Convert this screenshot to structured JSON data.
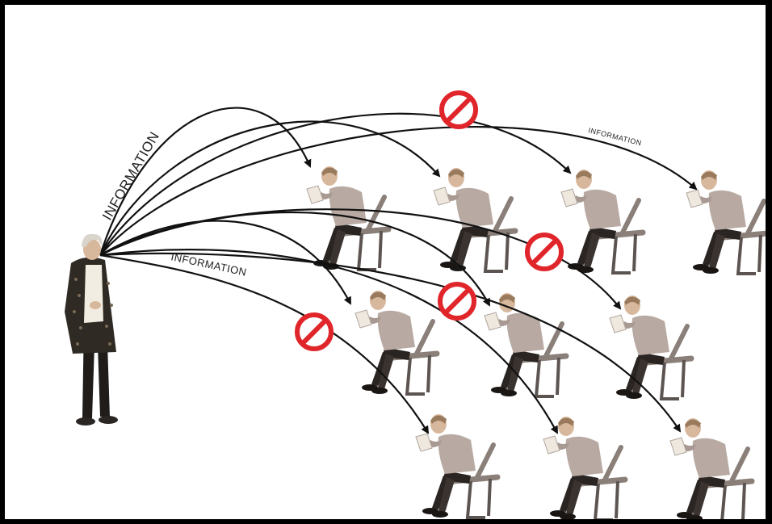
{
  "diagram": {
    "labels": {
      "upper": "INFORMATION",
      "lower": "INFORMATION",
      "top_right": "INFORMATION"
    },
    "colors": {
      "background": "#ffffff",
      "border": "#000000",
      "arrow": "#111111",
      "no_symbol": "#e0262b",
      "shirt": "#b8aaa3",
      "trousers": "#2a2522",
      "chair": "#8a7f79",
      "teacher_cardigan": "#2f2a24",
      "teacher_top": "#f1ede2",
      "skin": "#d8b89c",
      "hair": "#9a7a5c"
    },
    "icons": [
      "teacher",
      "student",
      "chair",
      "no-symbol-icon",
      "arrow"
    ]
  }
}
